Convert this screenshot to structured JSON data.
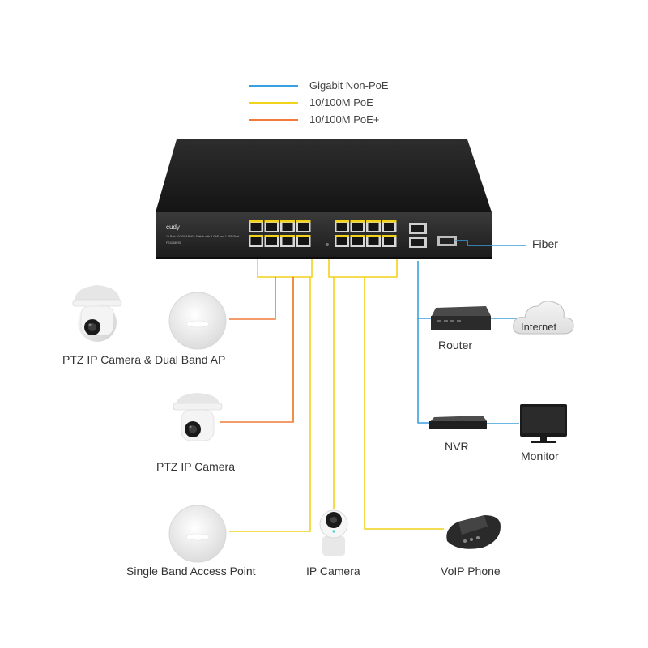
{
  "legend": [
    {
      "label": "Gigabit Non-PoE",
      "color": "#3aa0e0"
    },
    {
      "label": "10/100M PoE",
      "color": "#f2d21a"
    },
    {
      "label": "10/100M PoE+",
      "color": "#f07a3a"
    }
  ],
  "switch": {
    "brand": "cudy",
    "model_text": "16-Port 10/100M PoE+ Switch with 2 GbE and 1 SFP Port",
    "model_code": "FS1018PS1"
  },
  "devices": {
    "fiber": "Fiber",
    "internet": "Internet",
    "router": "Router",
    "nvr": "NVR",
    "monitor": "Monitor",
    "ptz_ap": "PTZ IP Camera & Dual Band AP",
    "ptz_camera": "PTZ IP Camera",
    "single_band_ap": "Single Band Access Point",
    "ip_camera": "IP Camera",
    "voip_phone": "VoIP Phone"
  }
}
